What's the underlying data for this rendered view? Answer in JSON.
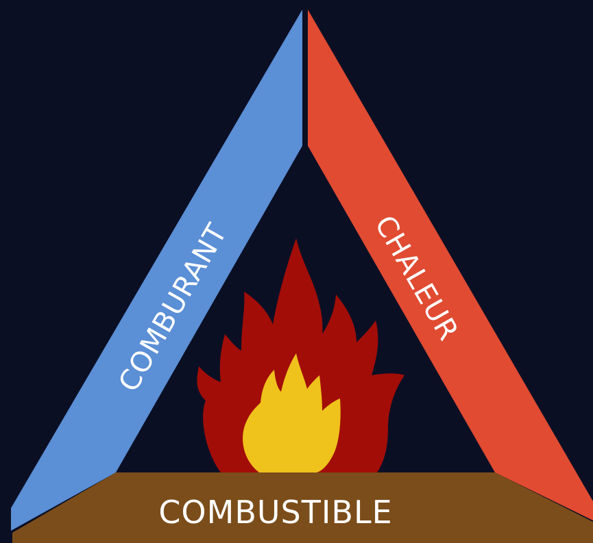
{
  "diagram": {
    "labels": {
      "left": "COMBURANT",
      "right": "CHALEUR",
      "bottom": "COMBUSTIBLE"
    },
    "colors": {
      "background": "#0b0f24",
      "left_side": "#5b8fd6",
      "right_side": "#e04b32",
      "bottom_side": "#7b4d1a",
      "flame_outer": "#a30d08",
      "flame_inner": "#efc21c",
      "label_text": "#ffffff"
    },
    "icons": {
      "center": "flame-icon"
    }
  }
}
